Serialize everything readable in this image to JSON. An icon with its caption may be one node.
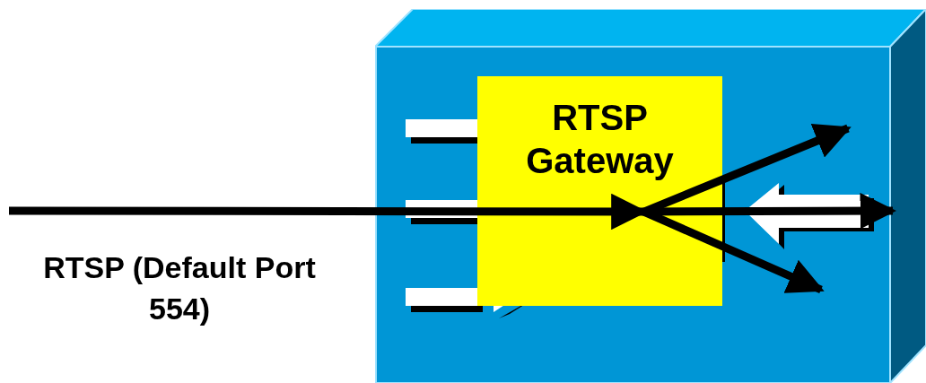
{
  "diagram": {
    "nodes": [
      {
        "text": [],
        "shape": "box"
      },
      {
        "text": [
          "RTSP Gateway"
        ],
        "in": 0
      }
    ],
    "edges": [
      {
        "from": null,
        "to": 1,
        "arrow": "to",
        "label": "RTSP (Default Port 554)"
      },
      {
        "from": 1,
        "to": null,
        "arrow": "to"
      },
      {
        "from": 1,
        "to": null,
        "arrow": "to"
      },
      {
        "from": 1,
        "to": null,
        "arrow": "to"
      }
    ]
  }
}
